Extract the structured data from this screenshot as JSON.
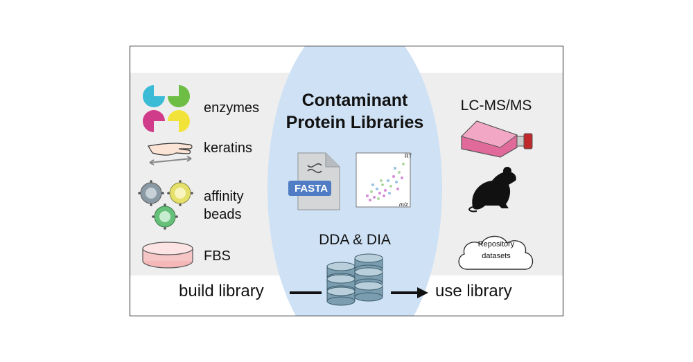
{
  "title": {
    "line1": "Contaminant",
    "line2": "Protein Libraries"
  },
  "left_items": [
    {
      "label": "enzymes",
      "icon": "enzymes-icon"
    },
    {
      "label": "keratins",
      "icon": "hand-icon"
    },
    {
      "label_line1": "affinity",
      "label_line2": "beads",
      "icon": "beads-icon"
    },
    {
      "label": "FBS",
      "icon": "petri-dish-icon"
    }
  ],
  "center": {
    "fasta_label": "FASTA",
    "scatter_xlabel": "m/z",
    "scatter_ylabel": "RT",
    "ddadia": "DDA & DIA"
  },
  "right": {
    "title": "LC-MS/MS",
    "cloud_line1": "Repository",
    "cloud_line2": "datasets",
    "icons": [
      "cell-flask-icon",
      "mouse-icon",
      "cloud-icon"
    ]
  },
  "bottom": {
    "build": "build library",
    "use": "use library"
  },
  "colors": {
    "ellipse": "#cfe1f4",
    "band": "#eeeeee",
    "fasta": "#4f7cc4",
    "database": "#7a9db0",
    "cyan": "#3bbbd6",
    "green": "#6ebd45",
    "magenta": "#d03c8a",
    "yellow": "#f2e33a"
  }
}
